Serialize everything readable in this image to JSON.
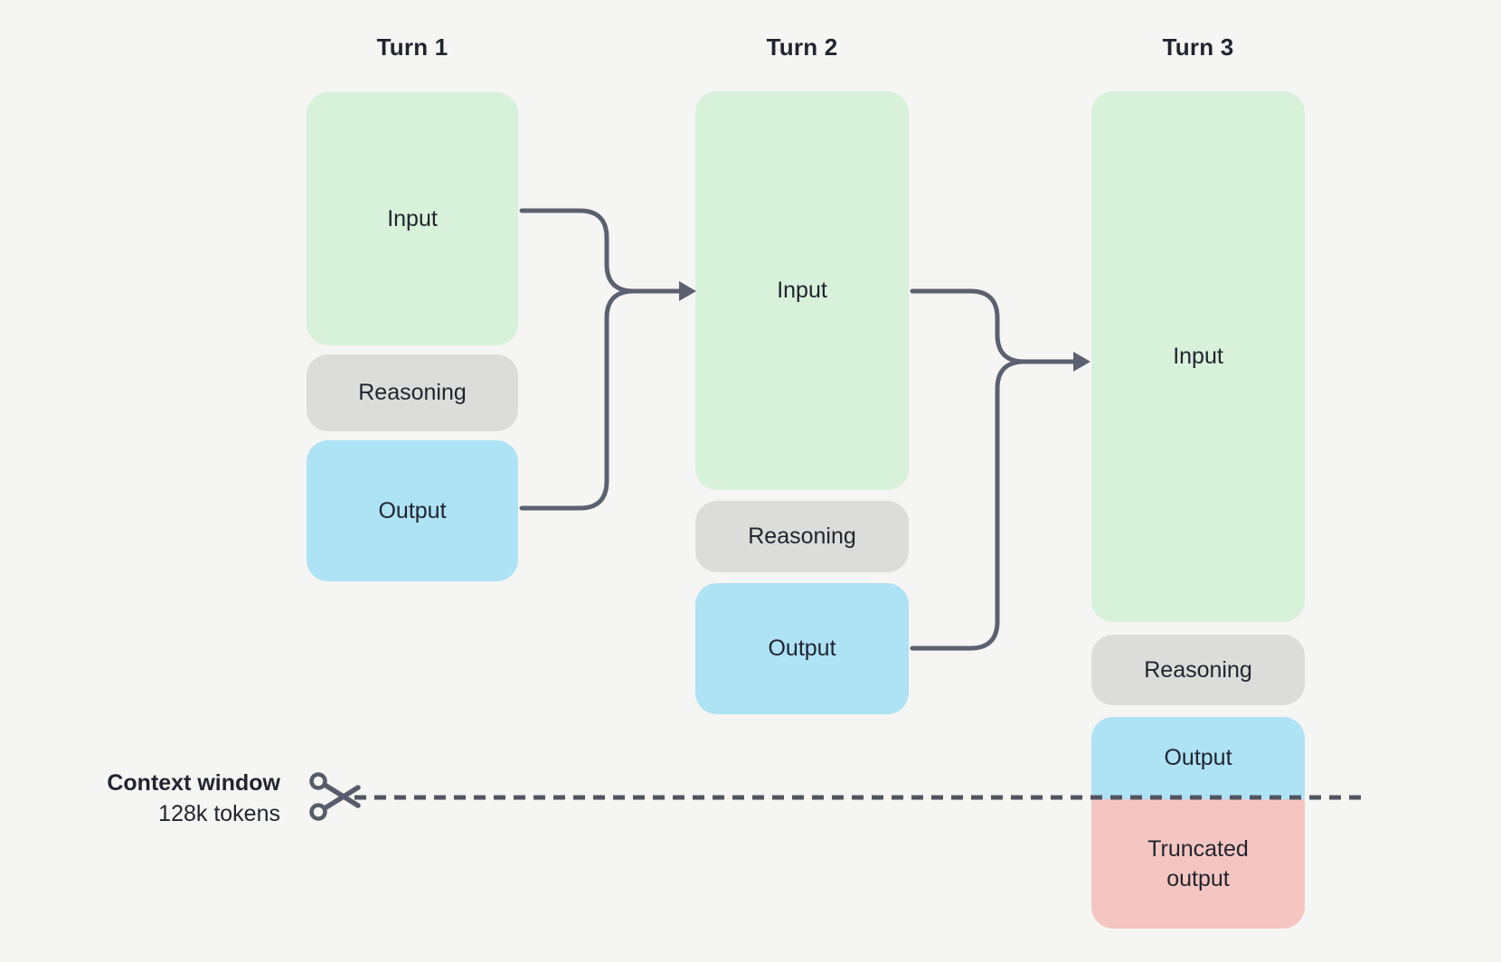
{
  "turns": [
    {
      "title": "Turn 1",
      "boxes": [
        {
          "id": "input",
          "label": "Input"
        },
        {
          "id": "reasoning",
          "label": "Reasoning"
        },
        {
          "id": "output",
          "label": "Output"
        }
      ]
    },
    {
      "title": "Turn 2",
      "boxes": [
        {
          "id": "input",
          "label": "Input"
        },
        {
          "id": "reasoning",
          "label": "Reasoning"
        },
        {
          "id": "output",
          "label": "Output"
        }
      ]
    },
    {
      "title": "Turn 3",
      "boxes": [
        {
          "id": "input",
          "label": "Input"
        },
        {
          "id": "reasoning",
          "label": "Reasoning"
        },
        {
          "id": "output",
          "label": "Output"
        },
        {
          "id": "truncated_output",
          "label": "Truncated output"
        }
      ]
    }
  ],
  "context_window": {
    "title": "Context window",
    "subtitle": "128k tokens"
  },
  "icons": {
    "scissors": "scissors-icon"
  },
  "colors": {
    "background": "#f5f5f3",
    "input_box": "#d7f1da",
    "reasoning_box": "#dcdcda",
    "output_box": "#aee2f5",
    "truncated_output_box": "#f5c6c1",
    "connector": "#5b6170",
    "dashed_cut_line": "#50555f",
    "text": "#212530"
  }
}
